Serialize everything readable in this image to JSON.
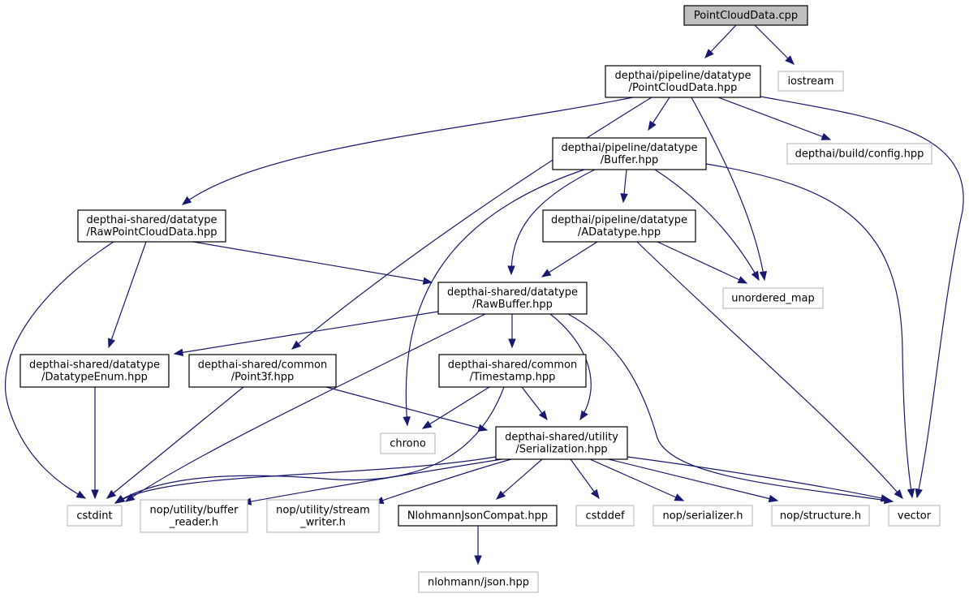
{
  "title": "PointCloudData.cpp include dependency graph",
  "colors": {
    "edge": "#191970",
    "root_fill": "#bfbfbf",
    "primary_border": "#000000",
    "system_border": "#bfbfbf"
  },
  "nodes": [
    {
      "id": "pcd_cpp",
      "kind": "root",
      "lines": [
        "PointCloudData.cpp"
      ]
    },
    {
      "id": "pcd_hpp",
      "kind": "primary",
      "lines": [
        "depthai/pipeline/datatype",
        "/PointCloudData.hpp"
      ]
    },
    {
      "id": "iostream",
      "kind": "system",
      "lines": [
        "iostream"
      ]
    },
    {
      "id": "buffer_hpp",
      "kind": "primary",
      "lines": [
        "depthai/pipeline/datatype",
        "/Buffer.hpp"
      ]
    },
    {
      "id": "config_hpp",
      "kind": "system",
      "lines": [
        "depthai/build/config.hpp"
      ]
    },
    {
      "id": "rawpcd_hpp",
      "kind": "primary",
      "lines": [
        "depthai-shared/datatype",
        "/RawPointCloudData.hpp"
      ]
    },
    {
      "id": "adatatype_hpp",
      "kind": "primary",
      "lines": [
        "depthai/pipeline/datatype",
        "/ADatatype.hpp"
      ]
    },
    {
      "id": "rawbuffer_hpp",
      "kind": "primary",
      "lines": [
        "depthai-shared/datatype",
        "/RawBuffer.hpp"
      ]
    },
    {
      "id": "unordered_map",
      "kind": "system",
      "lines": [
        "unordered_map"
      ]
    },
    {
      "id": "datatypeenum_hpp",
      "kind": "primary",
      "lines": [
        "depthai-shared/datatype",
        "/DatatypeEnum.hpp"
      ]
    },
    {
      "id": "point3f_hpp",
      "kind": "primary",
      "lines": [
        "depthai-shared/common",
        "/Point3f.hpp"
      ]
    },
    {
      "id": "timestamp_hpp",
      "kind": "primary",
      "lines": [
        "depthai-shared/common",
        "/Timestamp.hpp"
      ]
    },
    {
      "id": "chrono",
      "kind": "system",
      "lines": [
        "chrono"
      ]
    },
    {
      "id": "serialization_hpp",
      "kind": "primary",
      "lines": [
        "depthai-shared/utility",
        "/Serialization.hpp"
      ]
    },
    {
      "id": "cstdint",
      "kind": "system",
      "lines": [
        "cstdint"
      ]
    },
    {
      "id": "buffer_reader",
      "kind": "system",
      "lines": [
        "nop/utility/buffer",
        "_reader.h"
      ]
    },
    {
      "id": "stream_writer",
      "kind": "system",
      "lines": [
        "nop/utility/stream",
        "_writer.h"
      ]
    },
    {
      "id": "nlohmannjsoncompat",
      "kind": "primary",
      "lines": [
        "NlohmannJsonCompat.hpp"
      ]
    },
    {
      "id": "cstddef",
      "kind": "system",
      "lines": [
        "cstddef"
      ]
    },
    {
      "id": "serializer_h",
      "kind": "system",
      "lines": [
        "nop/serializer.h"
      ]
    },
    {
      "id": "structure_h",
      "kind": "system",
      "lines": [
        "nop/structure.h"
      ]
    },
    {
      "id": "vector",
      "kind": "system",
      "lines": [
        "vector"
      ]
    },
    {
      "id": "json_hpp",
      "kind": "system",
      "lines": [
        "nlohmann/json.hpp"
      ]
    }
  ],
  "edges": [
    {
      "from": "pcd_cpp",
      "to": "pcd_hpp"
    },
    {
      "from": "pcd_cpp",
      "to": "iostream"
    },
    {
      "from": "pcd_hpp",
      "to": "buffer_hpp"
    },
    {
      "from": "pcd_hpp",
      "to": "config_hpp"
    },
    {
      "from": "pcd_hpp",
      "to": "rawpcd_hpp"
    },
    {
      "from": "pcd_hpp",
      "to": "point3f_hpp"
    },
    {
      "from": "pcd_hpp",
      "to": "unordered_map"
    },
    {
      "from": "pcd_hpp",
      "to": "vector"
    },
    {
      "from": "buffer_hpp",
      "to": "adatatype_hpp"
    },
    {
      "from": "buffer_hpp",
      "to": "rawbuffer_hpp"
    },
    {
      "from": "buffer_hpp",
      "to": "chrono"
    },
    {
      "from": "buffer_hpp",
      "to": "unordered_map"
    },
    {
      "from": "buffer_hpp",
      "to": "vector"
    },
    {
      "from": "rawpcd_hpp",
      "to": "rawbuffer_hpp"
    },
    {
      "from": "rawpcd_hpp",
      "to": "datatypeenum_hpp"
    },
    {
      "from": "rawpcd_hpp",
      "to": "cstdint"
    },
    {
      "from": "adatatype_hpp",
      "to": "rawbuffer_hpp"
    },
    {
      "from": "adatatype_hpp",
      "to": "unordered_map"
    },
    {
      "from": "adatatype_hpp",
      "to": "vector"
    },
    {
      "from": "rawbuffer_hpp",
      "to": "datatypeenum_hpp"
    },
    {
      "from": "rawbuffer_hpp",
      "to": "timestamp_hpp"
    },
    {
      "from": "rawbuffer_hpp",
      "to": "serialization_hpp"
    },
    {
      "from": "rawbuffer_hpp",
      "to": "cstdint"
    },
    {
      "from": "rawbuffer_hpp",
      "to": "vector"
    },
    {
      "from": "datatypeenum_hpp",
      "to": "cstdint"
    },
    {
      "from": "point3f_hpp",
      "to": "serialization_hpp"
    },
    {
      "from": "point3f_hpp",
      "to": "cstdint"
    },
    {
      "from": "timestamp_hpp",
      "to": "serialization_hpp"
    },
    {
      "from": "timestamp_hpp",
      "to": "chrono"
    },
    {
      "from": "timestamp_hpp",
      "to": "cstdint"
    },
    {
      "from": "serialization_hpp",
      "to": "cstdint"
    },
    {
      "from": "serialization_hpp",
      "to": "buffer_reader"
    },
    {
      "from": "serialization_hpp",
      "to": "stream_writer"
    },
    {
      "from": "serialization_hpp",
      "to": "nlohmannjsoncompat"
    },
    {
      "from": "serialization_hpp",
      "to": "cstddef"
    },
    {
      "from": "serialization_hpp",
      "to": "serializer_h"
    },
    {
      "from": "serialization_hpp",
      "to": "structure_h"
    },
    {
      "from": "serialization_hpp",
      "to": "vector"
    },
    {
      "from": "nlohmannjsoncompat",
      "to": "json_hpp"
    }
  ]
}
